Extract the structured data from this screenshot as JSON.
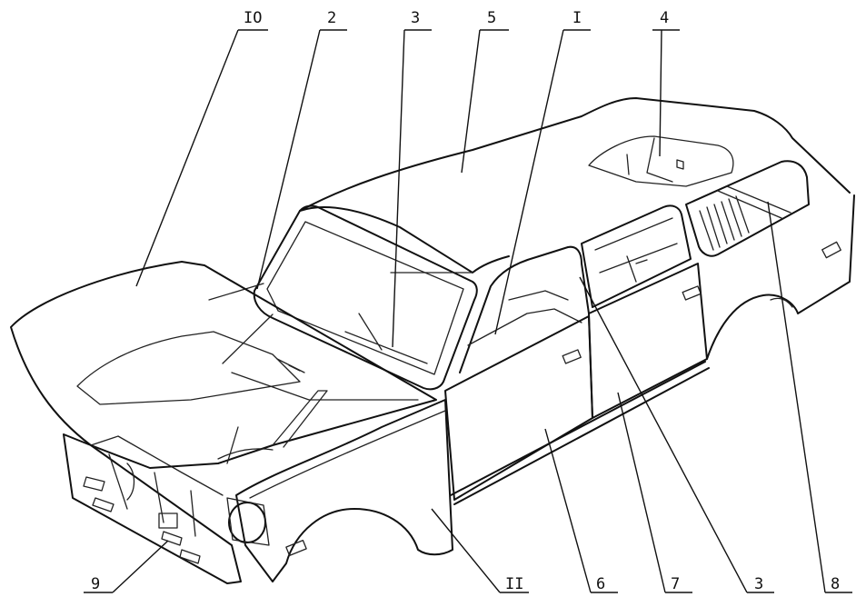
{
  "callouts": [
    {
      "id": "c10",
      "label": "IO"
    },
    {
      "id": "c2",
      "label": "2"
    },
    {
      "id": "c3a",
      "label": "3"
    },
    {
      "id": "c5",
      "label": "5"
    },
    {
      "id": "c1",
      "label": "I"
    },
    {
      "id": "c4",
      "label": "4"
    },
    {
      "id": "c9",
      "label": "9"
    },
    {
      "id": "c11",
      "label": "II"
    },
    {
      "id": "c6",
      "label": "6"
    },
    {
      "id": "c7",
      "label": "7"
    },
    {
      "id": "c3b",
      "label": "3"
    },
    {
      "id": "c8",
      "label": "8"
    }
  ]
}
